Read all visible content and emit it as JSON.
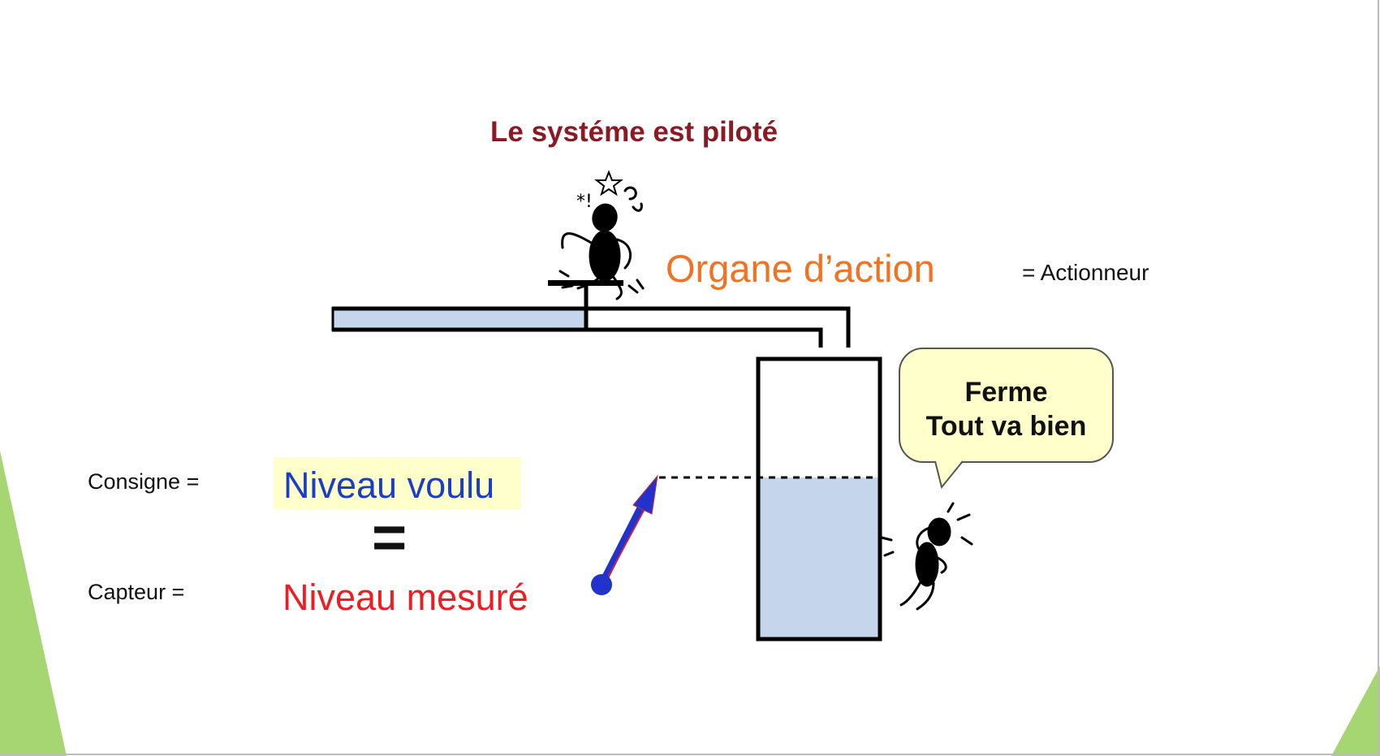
{
  "slide": {
    "title": "Le systéme est piloté",
    "organe_label": "Organe d’action",
    "actionneur_label": "=  Actionneur",
    "consigne_label": "Consigne  =",
    "capteur_label": "Capteur  =",
    "niveau_voulu": "Niveau voulu",
    "equals_sign": "=",
    "niveau_mesure": "Niveau mesuré",
    "bubble_line1": "Ferme",
    "bubble_line2": "Tout va bien"
  },
  "colors": {
    "title": "#8b1a24",
    "organe": "#f07323",
    "voulu": "#1a3ec8",
    "mesure": "#ee1d23",
    "water": "#c5d5ec",
    "highlight": "#ffffcc",
    "accent_green": "#a6d672"
  },
  "icons": [
    "worried-person-icon",
    "happy-person-icon",
    "sensor-arrow-icon"
  ]
}
